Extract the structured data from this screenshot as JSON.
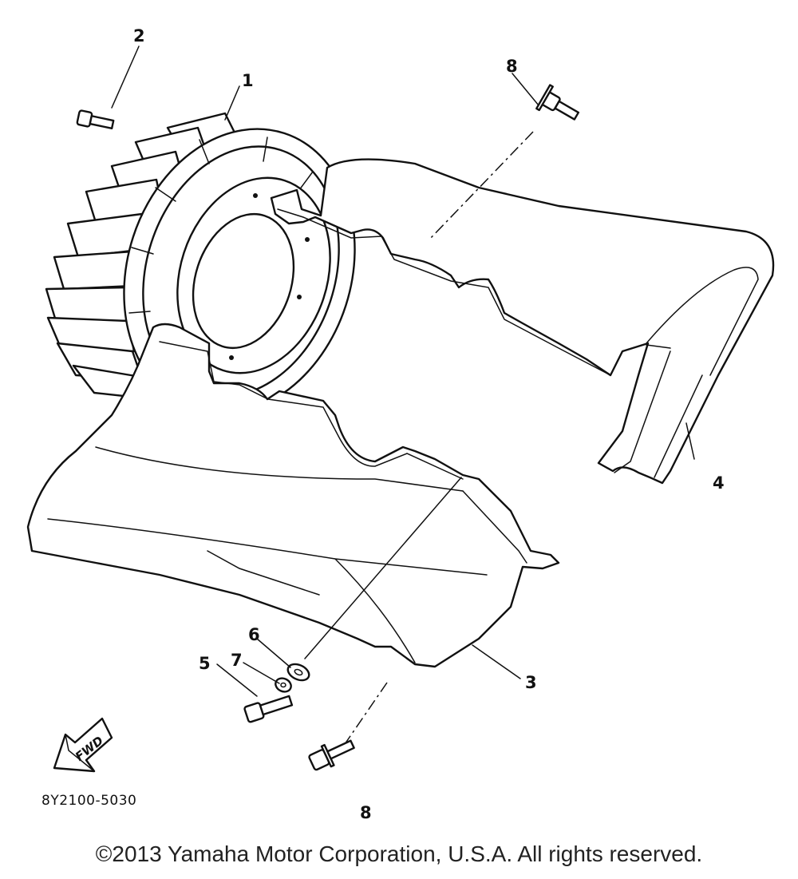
{
  "parts": [
    {
      "ref": "1"
    },
    {
      "ref": "2"
    },
    {
      "ref": "3"
    },
    {
      "ref": "4"
    },
    {
      "ref": "5"
    },
    {
      "ref": "6"
    },
    {
      "ref": "7"
    },
    {
      "ref": "8"
    },
    {
      "ref": "8"
    }
  ],
  "fwd_arrow_text": "FWD",
  "diagram_code": "8Y2100-5030",
  "copyright": "©2013 Yamaha Motor Corporation, U.S.A. All rights reserved.",
  "colors": {
    "ink": "#111111",
    "background": "#ffffff"
  }
}
